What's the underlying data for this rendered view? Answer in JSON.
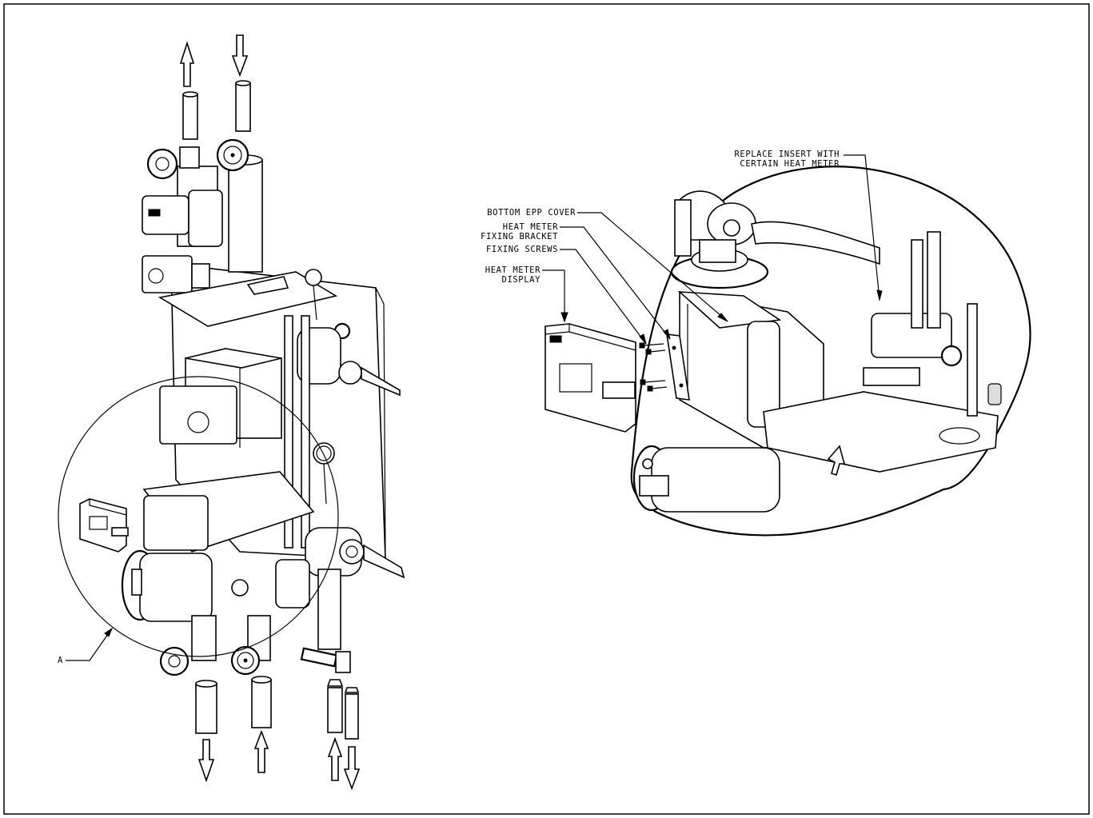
{
  "callouts": {
    "detail_ref": "A",
    "replace_insert_l1": "REPLACE INSERT WITH",
    "replace_insert_l2": "CERTAIN HEAT METER",
    "bottom_epp_cover": "BOTTOM EPP COVER",
    "heat_meter_bracket_l1": "HEAT METER",
    "heat_meter_bracket_l2": "FIXING BRACKET",
    "fixing_screws": "FIXING SCREWS",
    "heat_meter_display_l1": "HEAT METER",
    "heat_meter_display_l2": "DISPLAY"
  },
  "colors": {
    "line": "#000000",
    "paper": "#ffffff",
    "shade": "#dddddd"
  }
}
